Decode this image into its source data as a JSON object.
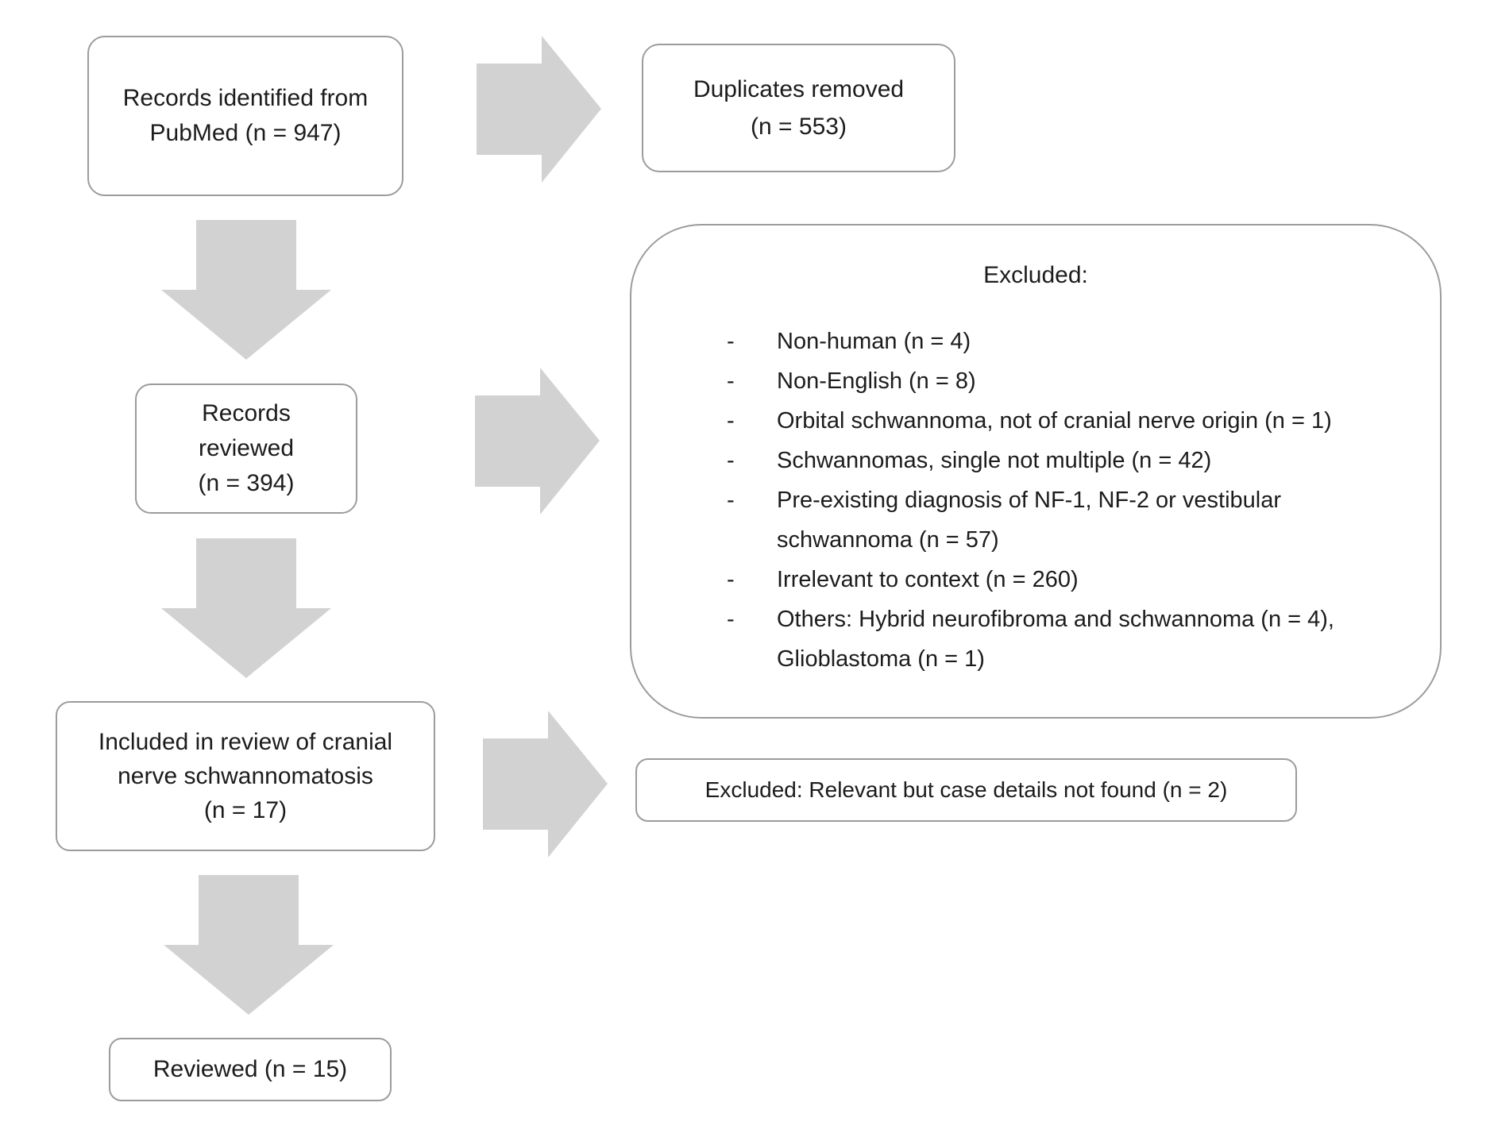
{
  "diagram": {
    "colors": {
      "arrow_fill": "#d2d2d2",
      "box_border": "#9c9c9c",
      "box_background": "#ffffff",
      "text": "#1c1c1c",
      "page_background": "#ffffff"
    },
    "boxes": {
      "records_identified": {
        "lines": [
          "Records identified from",
          "PubMed (n = 947)"
        ]
      },
      "duplicates_removed": {
        "lines": [
          "Duplicates removed",
          "(n = 553)"
        ]
      },
      "records_reviewed": {
        "lines": [
          "Records",
          "reviewed",
          "(n = 394)"
        ]
      },
      "excluded_reasons": {
        "title": "Excluded:",
        "bullet": "-",
        "items": [
          "Non-human (n = 4)",
          "Non-English (n = 8)",
          "Orbital schwannoma, not of cranial nerve origin (n = 1)",
          "Schwannomas, single not multiple (n = 42)",
          "Pre-existing diagnosis of NF-1, NF-2 or vestibular\nschwannoma (n = 57)",
          "Irrelevant to context (n = 260)",
          "Others: Hybrid neurofibroma and schwannoma (n = 4),\nGlioblastoma (n = 1)"
        ]
      },
      "included_review": {
        "lines": [
          "Included in review of cranial",
          "nerve schwannomatosis",
          "(n = 17)"
        ]
      },
      "excluded_relevant": {
        "text": "Excluded: Relevant but case details not found (n = 2)"
      },
      "reviewed_final": {
        "text": "Reviewed (n = 15)"
      }
    }
  }
}
